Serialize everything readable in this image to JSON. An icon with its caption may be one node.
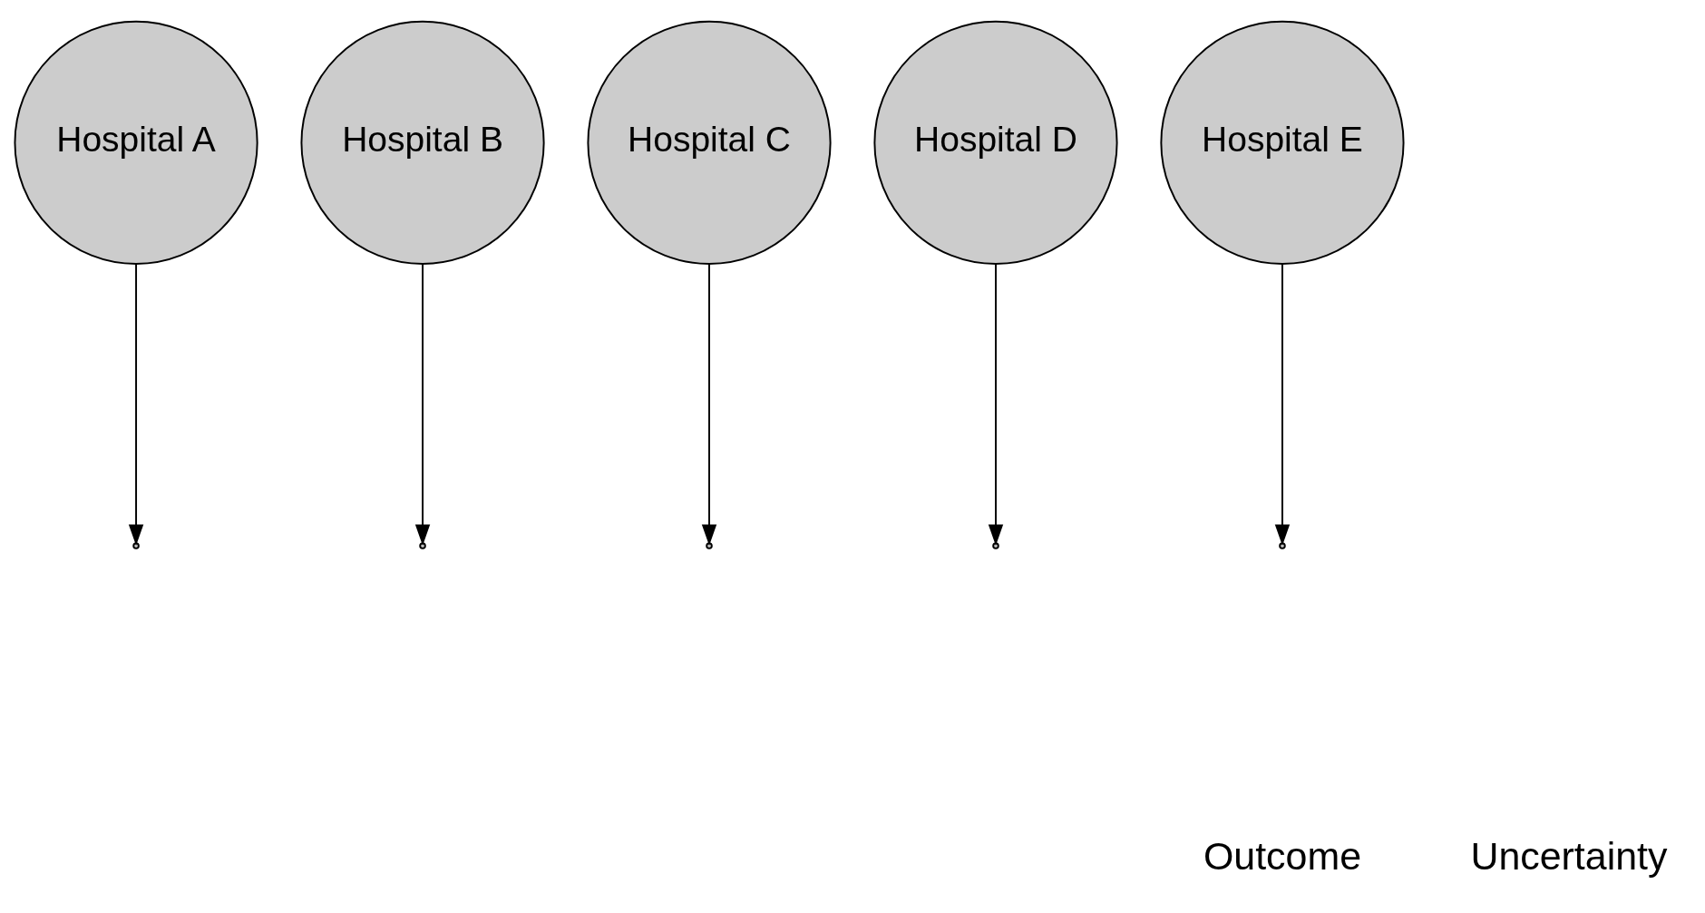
{
  "diagram": {
    "nodes": [
      {
        "text": [
          "Hospital A"
        ]
      },
      {
        "text": [
          "Hospital B"
        ]
      },
      {
        "text": [
          "Hospital C"
        ]
      },
      {
        "text": [
          "Hospital D"
        ]
      },
      {
        "text": [
          "Hospital E"
        ]
      }
    ],
    "edges": [
      {
        "from": 0,
        "to": null,
        "arrow": "to"
      },
      {
        "from": 1,
        "to": null,
        "arrow": "to"
      },
      {
        "from": 2,
        "to": null,
        "arrow": "to"
      },
      {
        "from": 3,
        "to": null,
        "arrow": "to"
      },
      {
        "from": 4,
        "to": null,
        "arrow": "to"
      }
    ],
    "labels": [
      "Outcome",
      "Uncertainty"
    ]
  }
}
